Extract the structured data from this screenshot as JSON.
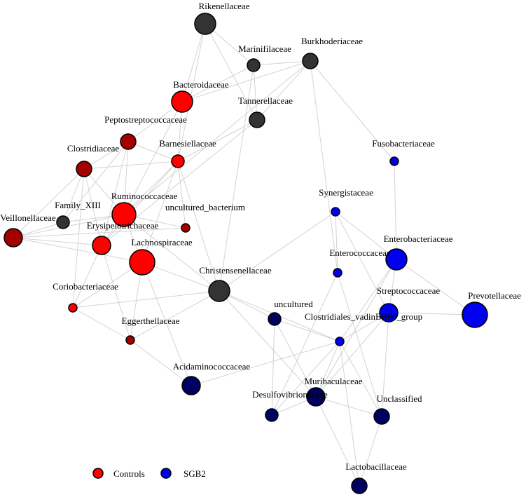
{
  "colors": {
    "red": "#ff0000",
    "darkred": "#a50000",
    "gray": "#333333",
    "blue": "#0000ee",
    "navy": "#000060",
    "edge": "#d3d3d3"
  },
  "nodes": [
    {
      "id": "rikenellaceae",
      "label": "Rikenellaceae",
      "color": "gray",
      "size": 5
    },
    {
      "id": "marinifilaceae",
      "label": "Marinifilaceae",
      "color": "gray",
      "size": 2
    },
    {
      "id": "burkhoderiaceae",
      "label": "Burkhoderiaceae",
      "color": "gray",
      "size": 3
    },
    {
      "id": "bacteroidaceae",
      "label": "Bacteroidaceae",
      "color": "red",
      "size": 5
    },
    {
      "id": "tannerellaceae",
      "label": "Tannerellaceae",
      "color": "gray",
      "size": 3
    },
    {
      "id": "peptostreptococcaceae",
      "label": "Peptostreptococcaceae",
      "color": "darkred",
      "size": 3
    },
    {
      "id": "barnesiellaceae",
      "label": "Barnesiellaceae",
      "color": "red",
      "size": 2
    },
    {
      "id": "clostridiaceae",
      "label": "Clostridiaceae",
      "color": "darkred",
      "size": 3
    },
    {
      "id": "fusobacteriaceae",
      "label": "Fusobacteriaceae",
      "color": "blue",
      "size": 1
    },
    {
      "id": "ruminococcaceae",
      "label": "Ruminococcaceae",
      "color": "red",
      "size": 6
    },
    {
      "id": "family-xiii",
      "label": "Family_XIII",
      "color": "gray",
      "size": 2
    },
    {
      "id": "uncultured-bacterium",
      "label": "uncultured_bacterium",
      "color": "darkred",
      "size": 1
    },
    {
      "id": "synergistaceae",
      "label": "Synergistaceae",
      "color": "blue",
      "size": 1
    },
    {
      "id": "veillonellaceae",
      "label": "Veillonellaceae",
      "color": "darkred",
      "size": 4
    },
    {
      "id": "erysipelotrichaceae",
      "label": "Erysipelotrichaceae",
      "color": "red",
      "size": 4
    },
    {
      "id": "lachnospiraceae",
      "label": "Lachnospiraceae",
      "color": "red",
      "size": 7
    },
    {
      "id": "enterobacteriaceae",
      "label": "Enterobacteriaceae",
      "color": "blue",
      "size": 5
    },
    {
      "id": "enterococcaceae",
      "label": "Enterococcaceae",
      "color": "blue",
      "size": 1
    },
    {
      "id": "christensenellaceae",
      "label": "Christensenellaceae",
      "color": "gray",
      "size": 5
    },
    {
      "id": "coriobacteriaceae",
      "label": "Coriobacteriaceae",
      "color": "red",
      "size": 1
    },
    {
      "id": "streptococcaceae",
      "label": "Streptococcaceae",
      "color": "blue",
      "size": 4
    },
    {
      "id": "prevotellaceae",
      "label": "Prevotellaceae",
      "color": "blue",
      "size": 7
    },
    {
      "id": "uncultured",
      "label": "uncultured",
      "color": "navy",
      "size": 2
    },
    {
      "id": "eggerthellaceae",
      "label": "Eggerthellaceae",
      "color": "darkred",
      "size": 1
    },
    {
      "id": "clostridiales-vadin",
      "label": "Clostridiales_vadinBB60_group",
      "color": "blue",
      "size": 1
    },
    {
      "id": "acidaminococcaceae",
      "label": "Acidaminococcaceae",
      "color": "navy",
      "size": 4
    },
    {
      "id": "muribaculaceae",
      "label": "Muribaculaceae",
      "color": "navy",
      "size": 4
    },
    {
      "id": "desulfovibrionaceae",
      "label": "Desulfovibrionaceae",
      "color": "navy",
      "size": 2
    },
    {
      "id": "unclassified",
      "label": "Unclassified",
      "color": "navy",
      "size": 3
    },
    {
      "id": "lactobacillaceae",
      "label": "Lactobacillaceae",
      "color": "navy",
      "size": 3
    }
  ],
  "edges": [
    [
      "rikenellaceae",
      "marinifilaceae"
    ],
    [
      "rikenellaceae",
      "tannerellaceae"
    ],
    [
      "rikenellaceae",
      "bacteroidaceae"
    ],
    [
      "rikenellaceae",
      "barnesiellaceae"
    ],
    [
      "marinifilaceae",
      "burkhoderiaceae"
    ],
    [
      "marinifilaceae",
      "bacteroidaceae"
    ],
    [
      "marinifilaceae",
      "tannerellaceae"
    ],
    [
      "marinifilaceae",
      "christensenellaceae"
    ],
    [
      "burkhoderiaceae",
      "bacteroidaceae"
    ],
    [
      "burkhoderiaceae",
      "tannerellaceae"
    ],
    [
      "burkhoderiaceae",
      "fusobacteriaceae"
    ],
    [
      "burkhoderiaceae",
      "enterococcaceae"
    ],
    [
      "burkhoderiaceae",
      "ruminococcaceae"
    ],
    [
      "bacteroidaceae",
      "barnesiellaceae"
    ],
    [
      "bacteroidaceae",
      "ruminococcaceae"
    ],
    [
      "bacteroidaceae",
      "peptostreptococcaceae"
    ],
    [
      "tannerellaceae",
      "barnesiellaceae"
    ],
    [
      "tannerellaceae",
      "erysipelotrichaceae"
    ],
    [
      "peptostreptococcaceae",
      "clostridiaceae"
    ],
    [
      "peptostreptococcaceae",
      "ruminococcaceae"
    ],
    [
      "peptostreptococcaceae",
      "family-xiii"
    ],
    [
      "peptostreptococcaceae",
      "erysipelotrichaceae"
    ],
    [
      "peptostreptococcaceae",
      "barnesiellaceae"
    ],
    [
      "barnesiellaceae",
      "clostridiaceae"
    ],
    [
      "barnesiellaceae",
      "ruminococcaceae"
    ],
    [
      "barnesiellaceae",
      "uncultured-bacterium"
    ],
    [
      "barnesiellaceae",
      "lachnospiraceae"
    ],
    [
      "barnesiellaceae",
      "christensenellaceae"
    ],
    [
      "barnesiellaceae",
      "erysipelotrichaceae"
    ],
    [
      "clostridiaceae",
      "family-xiii"
    ],
    [
      "clostridiaceae",
      "veillonellaceae"
    ],
    [
      "clostridiaceae",
      "ruminococcaceae"
    ],
    [
      "clostridiaceae",
      "erysipelotrichaceae"
    ],
    [
      "clostridiaceae",
      "coriobacteriaceae"
    ],
    [
      "family-xiii",
      "veillonellaceae"
    ],
    [
      "family-xiii",
      "ruminococcaceae"
    ],
    [
      "ruminococcaceae",
      "veillonellaceae"
    ],
    [
      "ruminococcaceae",
      "erysipelotrichaceae"
    ],
    [
      "ruminococcaceae",
      "lachnospiraceae"
    ],
    [
      "ruminococcaceae",
      "uncultured-bacterium"
    ],
    [
      "ruminococcaceae",
      "christensenellaceae"
    ],
    [
      "veillonellaceae",
      "erysipelotrichaceae"
    ],
    [
      "veillonellaceae",
      "uncultured-bacterium"
    ],
    [
      "veillonellaceae",
      "lachnospiraceae"
    ],
    [
      "erysipelotrichaceae",
      "coriobacteriaceae"
    ],
    [
      "erysipelotrichaceae",
      "eggerthellaceae"
    ],
    [
      "lachnospiraceae",
      "coriobacteriaceae"
    ],
    [
      "lachnospiraceae",
      "christensenellaceae"
    ],
    [
      "lachnospiraceae",
      "eggerthellaceae"
    ],
    [
      "lachnospiraceae",
      "acidaminococcaceae"
    ],
    [
      "coriobacteriaceae",
      "christensenellaceae"
    ],
    [
      "coriobacteriaceae",
      "eggerthellaceae"
    ],
    [
      "christensenellaceae",
      "eggerthellaceae"
    ],
    [
      "christensenellaceae",
      "synergistaceae"
    ],
    [
      "christensenellaceae",
      "uncultured"
    ],
    [
      "christensenellaceae",
      "muribaculaceae"
    ],
    [
      "christensenellaceae",
      "clostridiales-vadin"
    ],
    [
      "eggerthellaceae",
      "acidaminococcaceae"
    ],
    [
      "acidaminococcaceae",
      "clostridiales-vadin"
    ],
    [
      "uncultured",
      "desulfovibrionaceae"
    ],
    [
      "uncultured",
      "clostridiales-vadin"
    ],
    [
      "uncultured",
      "muribaculaceae"
    ],
    [
      "fusobacteriaceae",
      "enterobacteriaceae"
    ],
    [
      "synergistaceae",
      "enterococcaceae"
    ],
    [
      "synergistaceae",
      "enterobacteriaceae"
    ],
    [
      "synergistaceae",
      "streptococcaceae"
    ],
    [
      "enterococcaceae",
      "desulfovibrionaceae"
    ],
    [
      "enterococcaceae",
      "unclassified"
    ],
    [
      "enterobacteriaceae",
      "streptococcaceae"
    ],
    [
      "enterobacteriaceae",
      "prevotellaceae"
    ],
    [
      "enterobacteriaceae",
      "muribaculaceae"
    ],
    [
      "enterobacteriaceae",
      "clostridiales-vadin"
    ],
    [
      "streptococcaceae",
      "prevotellaceae"
    ],
    [
      "streptococcaceae",
      "clostridiales-vadin"
    ],
    [
      "streptococcaceae",
      "unclassified"
    ],
    [
      "streptococcaceae",
      "muribaculaceae"
    ],
    [
      "clostridiales-vadin",
      "muribaculaceae"
    ],
    [
      "clostridiales-vadin",
      "unclassified"
    ],
    [
      "clostridiales-vadin",
      "desulfovibrionaceae"
    ],
    [
      "clostridiales-vadin",
      "lactobacillaceae"
    ],
    [
      "muribaculaceae",
      "desulfovibrionaceae"
    ],
    [
      "muribaculaceae",
      "unclassified"
    ],
    [
      "muribaculaceae",
      "lactobacillaceae"
    ],
    [
      "unclassified",
      "lactobacillaceae"
    ]
  ],
  "legend": [
    {
      "label": "Controls",
      "color": "red"
    },
    {
      "label": "SGB2",
      "color": "blue"
    }
  ]
}
